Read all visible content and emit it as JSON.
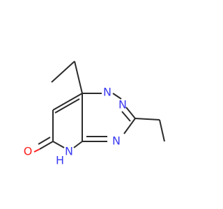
{
  "molecule": {
    "atoms": {
      "n1": "N",
      "n2": "N",
      "n3": "N",
      "nh": "N",
      "h": "H",
      "o": "O"
    },
    "colors": {
      "carbon_bond": "#2b2b2b",
      "nitrogen": "#3a3af2",
      "oxygen": "#ff1f1f"
    }
  }
}
